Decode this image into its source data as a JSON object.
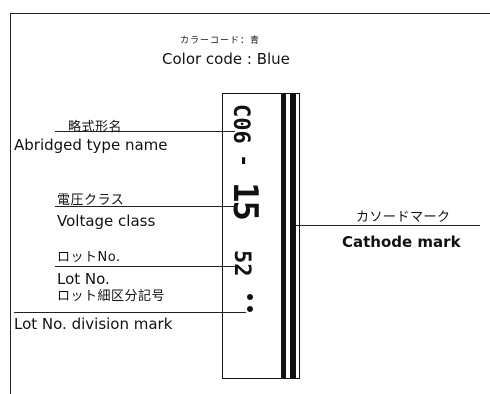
{
  "color_code": {
    "jp": "カラーコード：青",
    "en": "Color code : Blue"
  },
  "callouts": {
    "abridged_type": {
      "jp": "略式形名",
      "en": "Abridged type name"
    },
    "voltage_class": {
      "jp": "電圧クラス",
      "en": "Voltage class"
    },
    "lot_no": {
      "jp": "ロットNo.",
      "en": "Lot No."
    },
    "lot_division": {
      "jp": "ロット細区分記号",
      "en": "Lot No. division mark"
    },
    "cathode_mark": {
      "jp": "カソードマーク",
      "en": "Cathode mark"
    }
  },
  "marking": {
    "type_code": "C06",
    "dash": "-",
    "voltage": "15",
    "lot": "52",
    "division_dots": 2
  },
  "colors": {
    "ink": "#111111",
    "background": "#ffffff",
    "band": "#111111"
  }
}
